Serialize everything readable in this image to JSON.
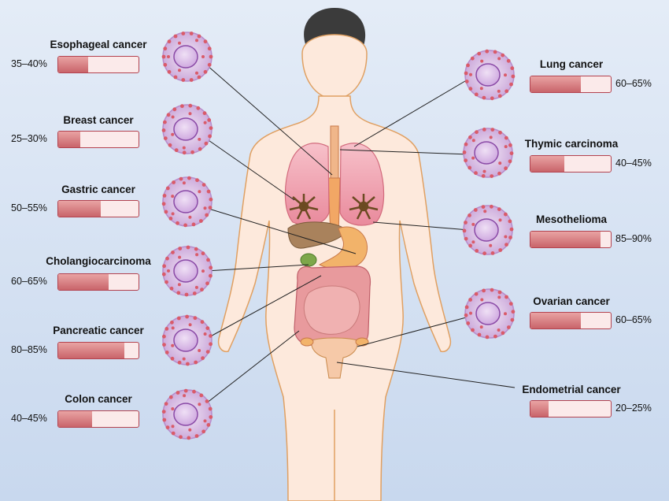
{
  "cancers": [
    {
      "name": "Esophageal cancer",
      "range": "35–40%",
      "fraction": 0.375,
      "side": "left"
    },
    {
      "name": "Breast cancer",
      "range": "25–30%",
      "fraction": 0.275,
      "side": "left"
    },
    {
      "name": "Gastric cancer",
      "range": "50–55%",
      "fraction": 0.525,
      "side": "left"
    },
    {
      "name": "Cholangiocarcinoma",
      "range": "60–65%",
      "fraction": 0.625,
      "side": "left"
    },
    {
      "name": "Pancreatic cancer",
      "range": "80–85%",
      "fraction": 0.825,
      "side": "left"
    },
    {
      "name": "Colon cancer",
      "range": "40–45%",
      "fraction": 0.425,
      "side": "left"
    },
    {
      "name": "Lung cancer",
      "range": "60–65%",
      "fraction": 0.625,
      "side": "right"
    },
    {
      "name": "Thymic carcinoma",
      "range": "40–45%",
      "fraction": 0.425,
      "side": "right"
    },
    {
      "name": "Mesothelioma",
      "range": "85–90%",
      "fraction": 0.875,
      "side": "right"
    },
    {
      "name": "Ovarian cancer",
      "range": "60–65%",
      "fraction": 0.625,
      "side": "right"
    },
    {
      "name": "Endometrial cancer",
      "range": "20–25%",
      "fraction": 0.225,
      "side": "right"
    }
  ],
  "colors": {
    "background_top": "#e4ecf7",
    "background_bottom": "#c8d8ee",
    "skin": "#fde9dc",
    "outline": "#e0a062",
    "bar_border": "#b3424f",
    "bar_fill": "#c9646a",
    "bar_empty": "#fbeaea",
    "cell_body": "#e9d6ef",
    "cell_nucleus": "#8a4aa6",
    "cell_dots": "#d95b6a",
    "lung": "#f2a9b6",
    "liver": "#a9825c",
    "stomach": "#f2b36a",
    "intestine": "#e89a9d",
    "hair": "#3b3b3b"
  }
}
